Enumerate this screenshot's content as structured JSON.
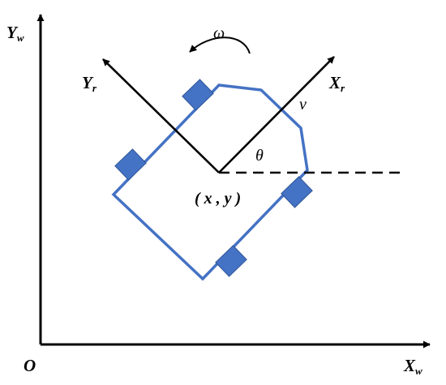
{
  "diagram": {
    "world_axes": {
      "origin_label": "O",
      "x_label": {
        "base": "X",
        "sub": "w"
      },
      "y_label": {
        "base": "Y",
        "sub": "w"
      }
    },
    "robot_axes": {
      "x_label": {
        "base": "X",
        "sub": "r"
      },
      "y_label": {
        "base": "Y",
        "sub": "r"
      }
    },
    "symbols": {
      "angular_velocity": "ω",
      "linear_velocity": "v",
      "heading_angle": "θ",
      "position": "( x , y )"
    },
    "colors": {
      "axis": "#000000",
      "robot_outline": "#4472c4",
      "wheel_fill": "#4472c4",
      "wheel_stroke": "#2f5597"
    }
  }
}
